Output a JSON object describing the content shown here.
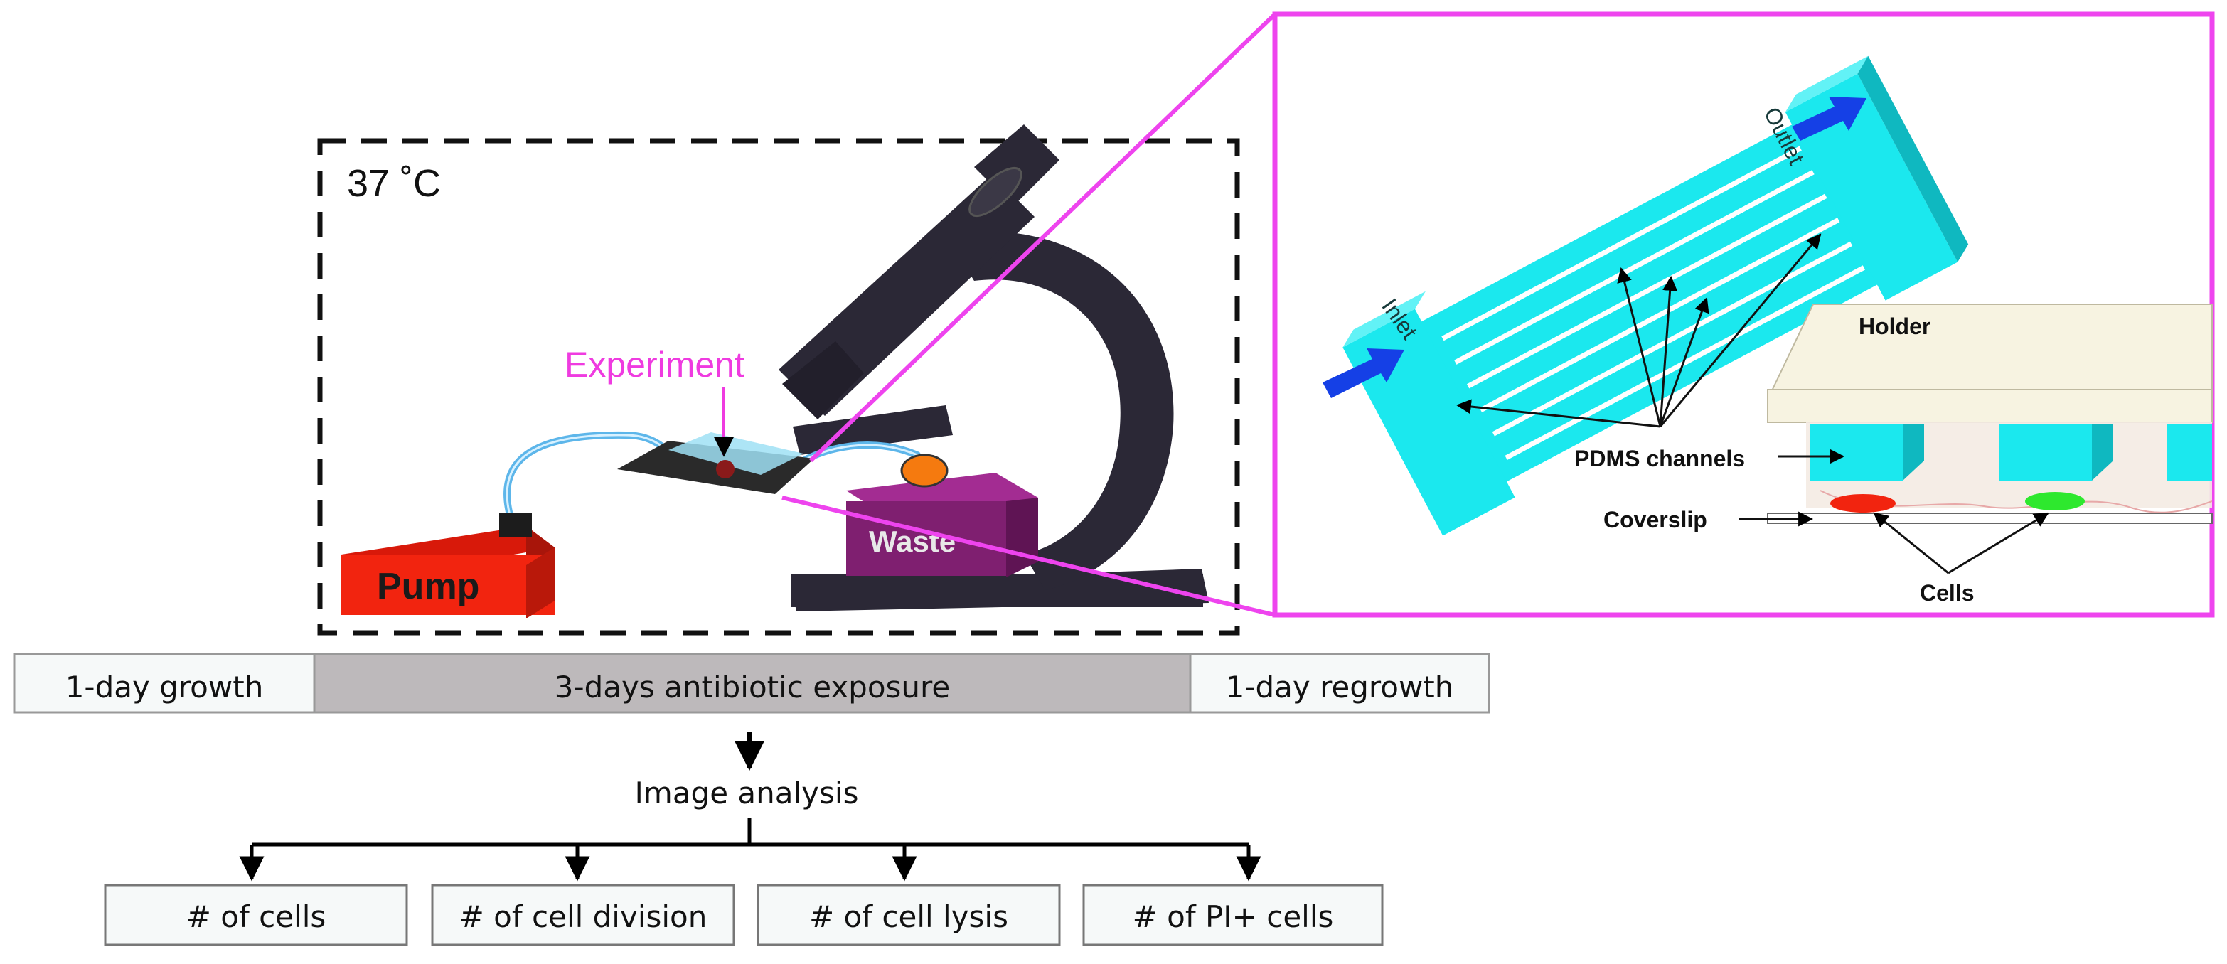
{
  "setup": {
    "temperature": "37 ˚C",
    "experiment_label": "Experiment",
    "pump_label": "Pump",
    "waste_label": "Waste"
  },
  "chip": {
    "inlet_label": "Inlet",
    "outlet_label": "Outlet"
  },
  "cross_section": {
    "holder_label": "Holder",
    "pdms_label": "PDMS channels",
    "coverslip_label": "Coverslip",
    "cells_label": "Cells"
  },
  "timeline": {
    "growth": "1-day growth",
    "exposure": "3-days antibiotic exposure",
    "regrowth": "1-day regrowth"
  },
  "analysis": {
    "title": "Image analysis",
    "outputs": [
      "# of cells",
      "# of cell division",
      "# of cell lysis",
      "# of PI+ cells"
    ]
  },
  "colors": {
    "magenta": "#ee44ee",
    "cyan": "#1be8ee",
    "pump_red": "#f2240f",
    "waste_purple": "#7f1f70",
    "microscope": "#2b2836",
    "exposure_bar": "#bdb9bb"
  }
}
